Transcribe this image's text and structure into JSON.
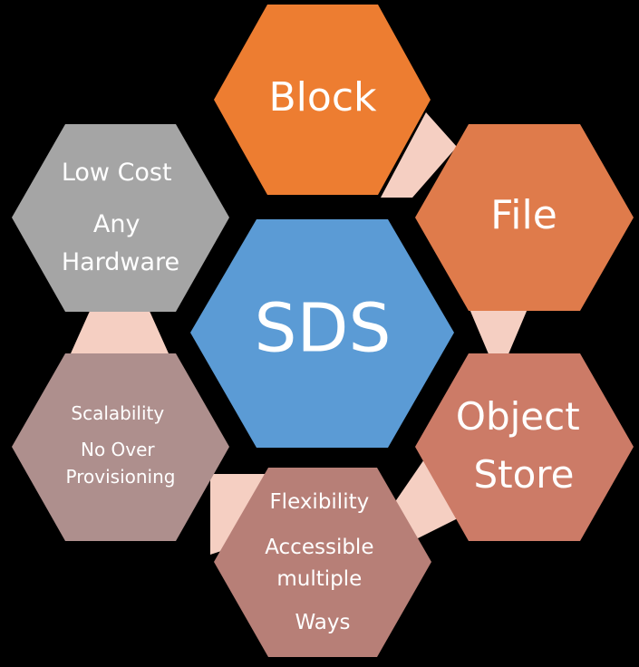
{
  "diagram": {
    "center": {
      "label": "SDS",
      "color": "#5b9bd5"
    },
    "nodes": [
      {
        "id": "block",
        "lines": [
          "Block"
        ],
        "color": "#ed7d31"
      },
      {
        "id": "file",
        "lines": [
          "File"
        ],
        "color": "#df7b4b"
      },
      {
        "id": "object-store",
        "lines": [
          "Object",
          "Store"
        ],
        "color": "#cc7b67"
      },
      {
        "id": "flexibility",
        "lines": [
          "Flexibility",
          "Accessible",
          "multiple",
          "Ways"
        ],
        "color": "#b77f77"
      },
      {
        "id": "scalability",
        "lines": [
          "Scalability",
          "No Over",
          "Provisioning"
        ],
        "color": "#ae8f8d"
      },
      {
        "id": "low-cost",
        "lines": [
          "Low Cost",
          "Any",
          "Hardware"
        ],
        "color": "#a5a5a5"
      }
    ],
    "connector_color": "#f5cfc2",
    "background": "#000000"
  }
}
